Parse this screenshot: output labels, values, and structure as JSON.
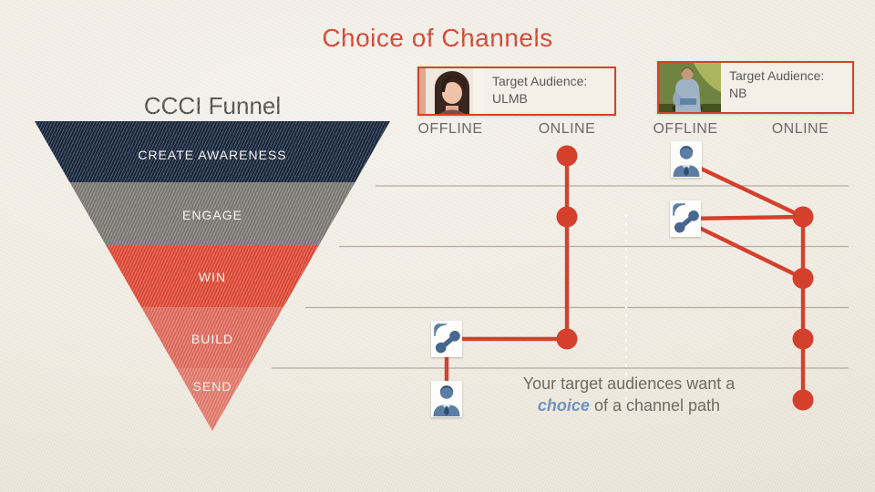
{
  "slide": {
    "title": "Choice of Channels",
    "title_color": "#d23c29"
  },
  "funnel": {
    "heading": "CCCI Funnel",
    "stages": [
      {
        "label": "CREATE AWARENESS",
        "color": "#16243b"
      },
      {
        "label": "ENGAGE",
        "color": "#7a7672"
      },
      {
        "label": "WIN",
        "color": "#dc4734"
      },
      {
        "label": "BUILD",
        "color": "#dc695b"
      },
      {
        "label": "SEND",
        "color": "#e0786a"
      }
    ]
  },
  "audiences": [
    {
      "label": "Target Audience:",
      "name": "ULMB",
      "photo": "woman-portrait-photo"
    },
    {
      "label": "Target Audience:",
      "name": "NB",
      "photo": "man-reading-outdoors-photo"
    }
  ],
  "columns": [
    {
      "label": "OFFLINE"
    },
    {
      "label": "ONLINE"
    },
    {
      "label": "OFFLINE"
    },
    {
      "label": "ONLINE"
    }
  ],
  "caption": {
    "line1": "Your target audiences want a",
    "highlight": "choice",
    "line2_rest": "of a channel path",
    "highlight_color": "#6e93c0"
  },
  "channel_paths": {
    "ulmb": {
      "online_nodes": [
        "CREATE AWARENESS",
        "ENGAGE",
        "BUILD"
      ],
      "offline_nodes": [
        {
          "stage": "BUILD",
          "icon": "phone-call-icon"
        },
        {
          "stage": "SEND",
          "icon": "businessman-icon"
        }
      ]
    },
    "nb": {
      "offline_nodes": [
        {
          "stage": "CREATE AWARENESS",
          "icon": "businessman-icon"
        },
        {
          "stage": "ENGAGE",
          "icon": "phone-call-icon"
        }
      ],
      "online_nodes": [
        "ENGAGE",
        "WIN",
        "BUILD",
        "SEND"
      ]
    }
  },
  "colors": {
    "path_red": "#d5402d",
    "icon_blue": "#5d7ea4",
    "gridline": "#b3ac9f",
    "caption_gray": "#6e6a63",
    "header_gray": "#6d6964",
    "background": "#eeeae0"
  }
}
